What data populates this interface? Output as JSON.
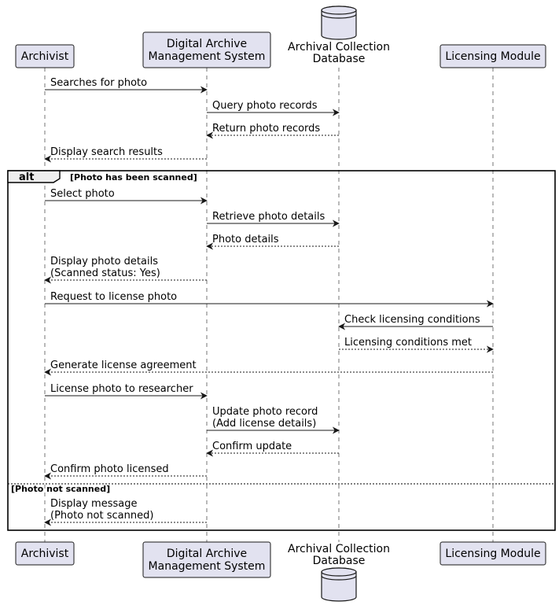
{
  "participants": [
    {
      "id": "archivist",
      "label": [
        "Archivist"
      ],
      "shape": "box"
    },
    {
      "id": "dams",
      "label": [
        "Digital Archive",
        "Management System"
      ],
      "shape": "box"
    },
    {
      "id": "db",
      "label": [
        "Archival Collection",
        "Database"
      ],
      "shape": "database"
    },
    {
      "id": "licensing",
      "label": [
        "Licensing Module"
      ],
      "shape": "box"
    }
  ],
  "frame": {
    "keyword": "alt",
    "guard": "[Photo has been scanned]",
    "else_guard": "[Photo not scanned]"
  },
  "messages": [
    {
      "from": "archivist",
      "to": "dams",
      "text": [
        "Searches for photo"
      ],
      "dashed": false
    },
    {
      "from": "dams",
      "to": "db",
      "text": [
        "Query photo records"
      ],
      "dashed": false
    },
    {
      "from": "db",
      "to": "dams",
      "text": [
        "Return photo records"
      ],
      "dashed": true
    },
    {
      "from": "dams",
      "to": "archivist",
      "text": [
        "Display search results"
      ],
      "dashed": true
    },
    {
      "from": "archivist",
      "to": "dams",
      "text": [
        "Select photo"
      ],
      "dashed": false
    },
    {
      "from": "dams",
      "to": "db",
      "text": [
        "Retrieve photo details"
      ],
      "dashed": false
    },
    {
      "from": "db",
      "to": "dams",
      "text": [
        "Photo details"
      ],
      "dashed": true
    },
    {
      "from": "dams",
      "to": "archivist",
      "text": [
        "Display photo details",
        "(Scanned status: Yes)"
      ],
      "dashed": true
    },
    {
      "from": "archivist",
      "to": "licensing",
      "text": [
        "Request to license photo"
      ],
      "dashed": false
    },
    {
      "from": "licensing",
      "to": "db",
      "text": [
        "Check licensing conditions"
      ],
      "dashed": false
    },
    {
      "from": "db",
      "to": "licensing",
      "text": [
        "Licensing conditions met"
      ],
      "dashed": true
    },
    {
      "from": "licensing",
      "to": "archivist",
      "text": [
        "Generate license agreement"
      ],
      "dashed": true
    },
    {
      "from": "archivist",
      "to": "dams",
      "text": [
        "License photo to researcher"
      ],
      "dashed": false
    },
    {
      "from": "dams",
      "to": "db",
      "text": [
        "Update photo record",
        "(Add license details)"
      ],
      "dashed": false
    },
    {
      "from": "db",
      "to": "dams",
      "text": [
        "Confirm update"
      ],
      "dashed": true
    },
    {
      "from": "dams",
      "to": "archivist",
      "text": [
        "Confirm photo licensed"
      ],
      "dashed": true
    },
    {
      "from": "dams",
      "to": "archivist",
      "text": [
        "Display message",
        "(Photo not scanned)"
      ],
      "dashed": true
    }
  ],
  "colors": {
    "participant_fill": "#e2e2f0",
    "participant_stroke": "#181818",
    "line": "#181818",
    "lifeline": "#181818"
  }
}
